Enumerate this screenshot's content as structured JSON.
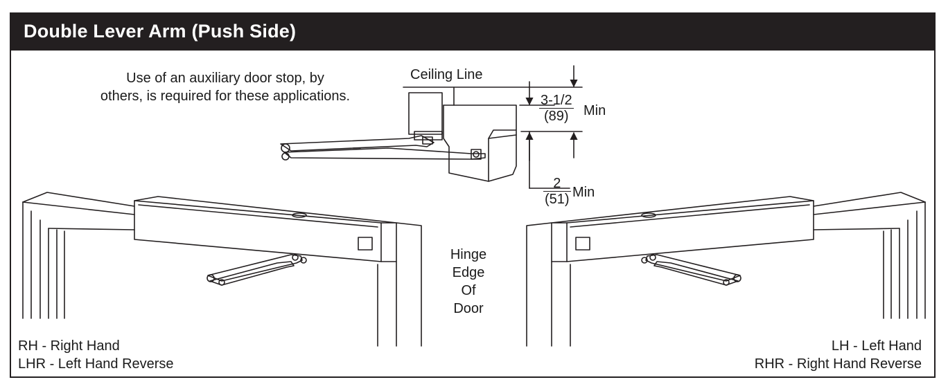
{
  "header": {
    "title": "Double Lever Arm (Push Side)"
  },
  "note": {
    "line1": "Use of an auxiliary door stop, by",
    "line2": "others, is required for these applications."
  },
  "detail": {
    "ceiling_label": "Ceiling Line",
    "dim_top": {
      "value": "3-1/2",
      "metric": "(89)",
      "suffix": "Min"
    },
    "dim_bottom": {
      "value": "2",
      "metric": "(51)",
      "suffix": "Min"
    }
  },
  "hinge": {
    "line1": "Hinge",
    "line2": "Edge",
    "line3": "Of",
    "line4": "Door"
  },
  "left_caption": {
    "line1": "RH - Right Hand",
    "line2": "LHR - Left Hand Reverse"
  },
  "right_caption": {
    "line1": "LH - Left Hand",
    "line2": "RHR - Right Hand Reverse"
  },
  "colors": {
    "ink": "#231f20",
    "header_bg": "#231f20",
    "header_text": "#ffffff"
  }
}
